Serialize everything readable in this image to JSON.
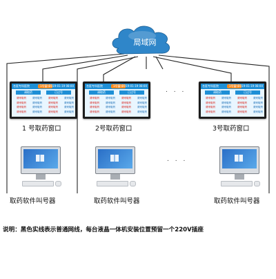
{
  "network": {
    "label": "局域网",
    "cloud_color": "#2f86c9"
  },
  "screen": {
    "brand_text": "名医专科医院",
    "header_left": "调取药",
    "header_right": "已过号",
    "header_badge": "1号窗口",
    "time_text": "2019-01-19 08:00",
    "list_label": "请来取药"
  },
  "windows": [
    {
      "label": "1 号取药窗口"
    },
    {
      "label": "2号取药窗口"
    },
    {
      "label": "3号取药窗口"
    }
  ],
  "terminals": [
    {
      "label": "取药软件叫号器"
    },
    {
      "label": "取药软件叫号器"
    },
    {
      "label": "取药软件叫号器"
    }
  ],
  "ellipsis": ". . .",
  "note": "说明：黑色实线表示普通网线，每台液晶一体机安装位置预留一个220V插座"
}
